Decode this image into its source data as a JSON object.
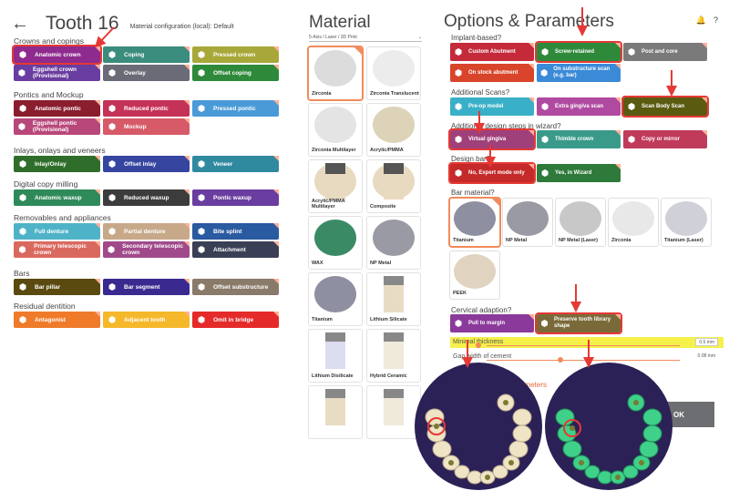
{
  "left": {
    "back_icon": "arrow-left-icon",
    "title": "Tooth 16",
    "material_config": "Material configuration (local):  Default",
    "sections": [
      {
        "title": "Crowns and copings",
        "items": [
          {
            "label": "Anatomic crown",
            "color": "#8f2a8e",
            "icon": "crown-icon",
            "selected": true
          },
          {
            "label": "Coping",
            "color": "#3a8c7d",
            "icon": "coping-icon"
          },
          {
            "label": "Pressed crown",
            "color": "#a8a83a",
            "icon": "pressed-crown-icon"
          },
          {
            "label": "Eggshell crown (Provisional)",
            "color": "#6a3da0",
            "icon": "eggshell-crown-icon"
          },
          {
            "label": "Overlay",
            "color": "#6b6b78",
            "icon": "overlay-icon"
          },
          {
            "label": "Offset coping",
            "color": "#2e8a3a",
            "icon": "offset-coping-icon"
          }
        ]
      },
      {
        "title": "Pontics and Mockup",
        "items": [
          {
            "label": "Anatomic pontic",
            "color": "#8a1d2e",
            "icon": "pontic-icon"
          },
          {
            "label": "Reduced pontic",
            "color": "#c43258",
            "icon": "reduced-pontic-icon"
          },
          {
            "label": "Pressed pontic",
            "color": "#4a9ad8",
            "icon": "pressed-pontic-icon"
          },
          {
            "label": "Eggshell pontic (Provisional)",
            "color": "#b8477a",
            "icon": "eggshell-pontic-icon"
          },
          {
            "label": "Mockup",
            "color": "#d65a68",
            "icon": "mockup-icon"
          }
        ]
      },
      {
        "title": "Inlays, onlays and veneers",
        "items": [
          {
            "label": "Inlay/Onlay",
            "color": "#2f6e2a",
            "icon": "inlay-icon"
          },
          {
            "label": "Offset inlay",
            "color": "#3545a0",
            "icon": "offset-inlay-icon"
          },
          {
            "label": "Veneer",
            "color": "#2f8aa0",
            "icon": "veneer-icon"
          }
        ]
      },
      {
        "title": "Digital copy milling",
        "items": [
          {
            "label": "Anatomic waxup",
            "color": "#2f8a5a",
            "icon": "waxup-icon"
          },
          {
            "label": "Reduced waxup",
            "color": "#3c3c3c",
            "icon": "reduced-waxup-icon"
          },
          {
            "label": "Pontic waxup",
            "color": "#6a3da0",
            "icon": "pontic-waxup-icon"
          }
        ]
      },
      {
        "title": "Removables and appliances",
        "items": [
          {
            "label": "Full denture",
            "color": "#4fb3c8",
            "icon": "full-denture-icon"
          },
          {
            "label": "Partial denture",
            "color": "#c7a98a",
            "icon": "partial-denture-icon"
          },
          {
            "label": "Bite splint",
            "color": "#2a5aa0",
            "icon": "bite-splint-icon"
          },
          {
            "label": "Primary telescopic crown",
            "color": "#d9695f",
            "icon": "primary-telescopic-icon"
          },
          {
            "label": "Secondary telescopic crown",
            "color": "#a04a8a",
            "icon": "secondary-telescopic-icon"
          },
          {
            "label": "Attachment",
            "color": "#3a3f55",
            "icon": "attachment-icon"
          }
        ]
      },
      {
        "title": "Bars",
        "items": [
          {
            "label": "Bar pillar",
            "color": "#5a4a10",
            "icon": "bar-pillar-icon"
          },
          {
            "label": "Bar segment",
            "color": "#3a2a90",
            "icon": "bar-segment-icon"
          },
          {
            "label": "Offset substructure",
            "color": "#8a7a6a",
            "icon": "offset-substructure-icon"
          }
        ]
      },
      {
        "title": "Residual dentition",
        "items": [
          {
            "label": "Antagonist",
            "color": "#ef7b2a",
            "icon": "antagonist-icon"
          },
          {
            "label": "Adjacent tooth",
            "color": "#f5b82a",
            "icon": "adjacent-tooth-icon"
          },
          {
            "label": "Omit in bridge",
            "color": "#e52a2a",
            "icon": "omit-icon"
          }
        ]
      }
    ]
  },
  "middle": {
    "title": "Material",
    "select_value": "5-Axis / Laser / 3D Print",
    "cards": [
      {
        "label": "Zirconia",
        "fill": "#dcdcdc",
        "selected": true,
        "kind": "disc"
      },
      {
        "label": "Zirconia Translucent",
        "fill": "#ececec",
        "kind": "disc"
      },
      {
        "label": "Zirconia Multilayer",
        "fill": "#e4e4e4",
        "kind": "disc"
      },
      {
        "label": "Acrylic/PMMA",
        "fill": "#dcd3b8",
        "kind": "disc"
      },
      {
        "label": "Acrylic/PMMA Multilayer",
        "fill": "#e8dac0",
        "kind": "implant"
      },
      {
        "label": "Composite",
        "fill": "#e8dac0",
        "kind": "implant"
      },
      {
        "label": "WAX",
        "fill": "#3a8a66",
        "kind": "disc"
      },
      {
        "label": "NP Metal",
        "fill": "#9a9aa4",
        "kind": "disc"
      },
      {
        "label": "Titanium",
        "fill": "#8e8fa0",
        "kind": "disc"
      },
      {
        "label": "Lithium Silicate",
        "fill": "#e8dcc4",
        "kind": "block"
      },
      {
        "label": "Lithium Disilicate",
        "fill": "#dcdcf0",
        "kind": "block"
      },
      {
        "label": "Hybrid Ceramic",
        "fill": "#f0eadc",
        "kind": "block"
      },
      {
        "label": "",
        "fill": "#e8dcc4",
        "kind": "block"
      },
      {
        "label": "",
        "fill": "#f0eadc",
        "kind": "block"
      }
    ]
  },
  "right": {
    "title": "Options & Parameters",
    "header_icons": [
      "bell-icon",
      "help-icon"
    ],
    "implant_title": "Implant-based?",
    "implant": [
      {
        "label": "Custom Abutment",
        "color": "#c42a3a",
        "icon": "abutment-icon"
      },
      {
        "label": "Screw-retained",
        "color": "#2e8a3a",
        "icon": "screw-icon",
        "selected": true
      },
      {
        "label": "Post and core",
        "color": "#7a7a7a",
        "icon": "post-core-icon"
      },
      {
        "label": "On stock abutment",
        "color": "#d9452a",
        "icon": "stock-abutment-icon"
      },
      {
        "label": "On substructure scan (e.g. bar)",
        "color": "#3a8ad8",
        "icon": "substructure-icon"
      }
    ],
    "scans_title": "Additional Scans?",
    "scans": [
      {
        "label": "Pre-op model",
        "color": "#3ab0c8",
        "icon": "preop-icon"
      },
      {
        "label": "Extra gingiva scan",
        "color": "#b04aa0",
        "icon": "gingiva-scan-icon"
      },
      {
        "label": "Scan Body Scan",
        "color": "#5a5a10",
        "icon": "scan-body-icon",
        "selected": true
      }
    ],
    "steps_title": "Additional design steps in wizard?",
    "steps": [
      {
        "label": "Virtual gingiva",
        "color": "#a0407a",
        "icon": "virtual-gingiva-icon",
        "selected": true
      },
      {
        "label": "Thimble crown",
        "color": "#3a9a8a",
        "icon": "thimble-icon"
      },
      {
        "label": "Copy or mirror",
        "color": "#c03a5a",
        "icon": "copy-mirror-icon"
      }
    ],
    "design_bar_title": "Design bar?",
    "design_bar": [
      {
        "label": "No, Expert mode only",
        "color": "#c42a2a",
        "icon": "expert-icon",
        "selected": true
      },
      {
        "label": "Yes, in Wizard",
        "color": "#2e7a3a",
        "icon": "wizard-icon"
      }
    ],
    "bar_material_title": "Bar material?",
    "bar_materials": [
      {
        "label": "Titanium",
        "fill": "#8e8fa0",
        "selected": true
      },
      {
        "label": "NP Metal",
        "fill": "#9a9aa4"
      },
      {
        "label": "NP Metal (Laser)",
        "fill": "#c8c8c8"
      },
      {
        "label": "Zirconia",
        "fill": "#e8e8e8"
      },
      {
        "label": "Titanium (Laser)",
        "fill": "#d0d0d8"
      },
      {
        "label": "PEEK",
        "fill": "#e0d4c0"
      }
    ],
    "cervical_title": "Cervical adaption?",
    "cervical": [
      {
        "label": "Pull to margin",
        "color": "#8a3a9a",
        "icon": "pull-margin-icon"
      },
      {
        "label": "Preserve tooth library shape",
        "color": "#7a6a3a",
        "icon": "preserve-icon",
        "selected": true
      }
    ],
    "min_thickness_label": "Minimal thickness",
    "min_thickness_value": "0.5 mm",
    "cement_label": "Gap width of cement",
    "cement_value": "0.08 mm",
    "more_params": "arameters",
    "ok_label": "OK"
  },
  "colors": {
    "arrow": "#e53935",
    "accent": "#f28a5b",
    "circle_bg": "#2c2156",
    "highlight": "#f5f04a"
  }
}
